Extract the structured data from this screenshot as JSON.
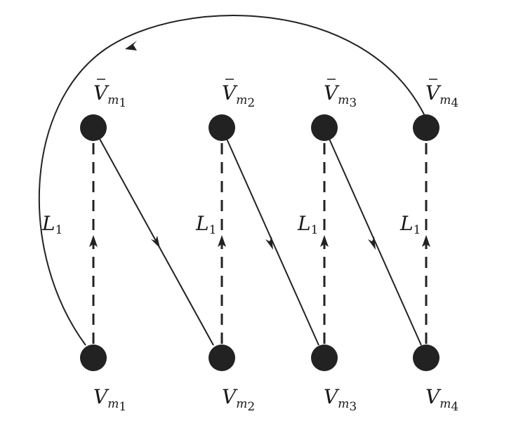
{
  "diagram": {
    "top_nodes": [
      {
        "base": "V",
        "sub_base": "m",
        "sub_index": "1",
        "bar": true
      },
      {
        "base": "V",
        "sub_base": "m",
        "sub_index": "2",
        "bar": true
      },
      {
        "base": "V",
        "sub_base": "m",
        "sub_index": "3",
        "bar": true
      },
      {
        "base": "V",
        "sub_base": "m",
        "sub_index": "4",
        "bar": true
      }
    ],
    "bottom_nodes": [
      {
        "base": "V",
        "sub_base": "m",
        "sub_index": "1",
        "bar": false
      },
      {
        "base": "V",
        "sub_base": "m",
        "sub_index": "2",
        "bar": false
      },
      {
        "base": "V",
        "sub_base": "m",
        "sub_index": "3",
        "bar": false
      },
      {
        "base": "V",
        "sub_base": "m",
        "sub_index": "4",
        "bar": false
      }
    ],
    "edge_labels": [
      {
        "script": "L",
        "sub": "1"
      },
      {
        "script": "L",
        "sub": "1"
      },
      {
        "script": "L",
        "sub": "1"
      },
      {
        "script": "L",
        "sub": "1"
      }
    ],
    "colors": {
      "node": "#222222",
      "line": "#222222"
    }
  }
}
